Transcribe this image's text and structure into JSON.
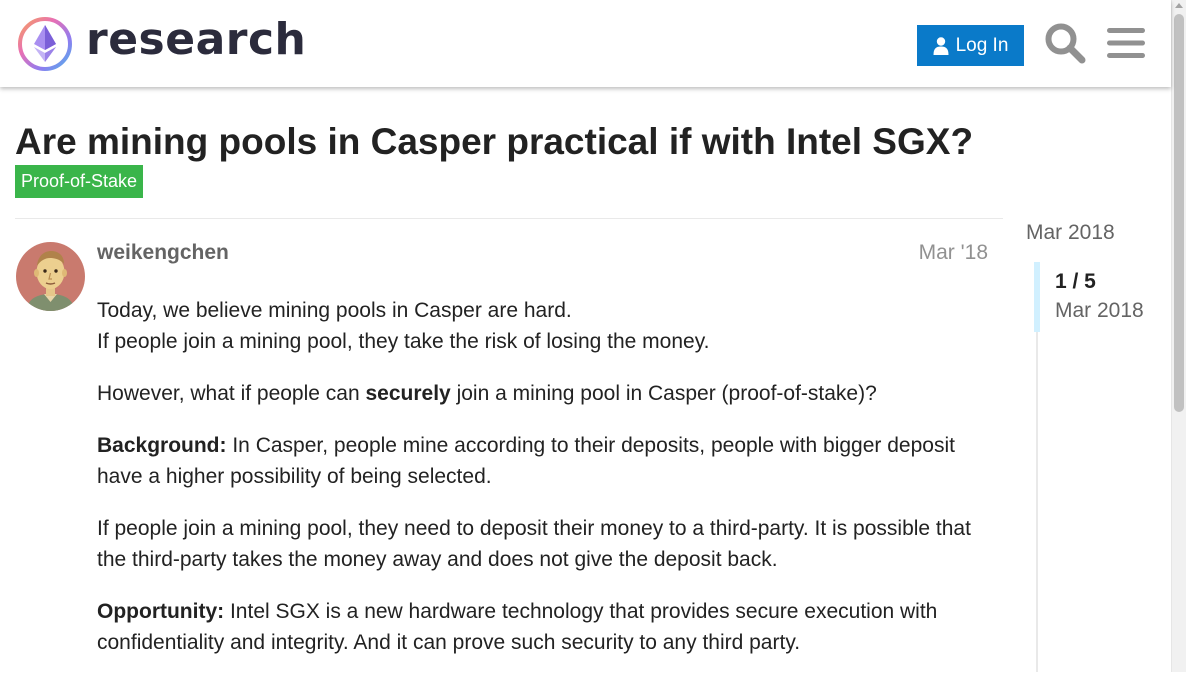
{
  "header": {
    "logo_text": "research",
    "login_label": "Log In"
  },
  "topic": {
    "title": "Are mining pools in Casper practical if with Intel SGX?",
    "category": "Proof-of-Stake"
  },
  "post": {
    "username": "weikengchen",
    "date": "Mar '18",
    "paragraphs": [
      {
        "line1": "Today, we believe mining pools in Casper are hard.",
        "line2": "If people join a mining pool, they take the risk of losing the money."
      },
      {
        "before": "However, what if people can ",
        "bold": "securely",
        "after": " join a mining pool in Casper (proof-of-stake)?"
      },
      {
        "bold": "Background:",
        "after": " In Casper, people mine according to their deposits, people with bigger deposit have a higher possibility of being selected."
      },
      {
        "text": "If people join a mining pool, they need to deposit their money to a third-party. It is possible that the third-party takes the money away and does not give the deposit back."
      },
      {
        "bold": "Opportunity:",
        "after": " Intel SGX is a new hardware technology that provides secure execution with confidentiality and integrity. And it can prove such security to any third party."
      }
    ]
  },
  "timeline": {
    "start_label": "Mar 2018",
    "position": "1 / 5",
    "current_date": "Mar 2018"
  },
  "colors": {
    "accent": "#0a7ac9",
    "category": "#3ab54a",
    "timeline_handle": "#d1f0ff"
  },
  "icons": {
    "login": "user-icon",
    "search": "search-icon",
    "menu": "hamburger-menu-icon"
  }
}
